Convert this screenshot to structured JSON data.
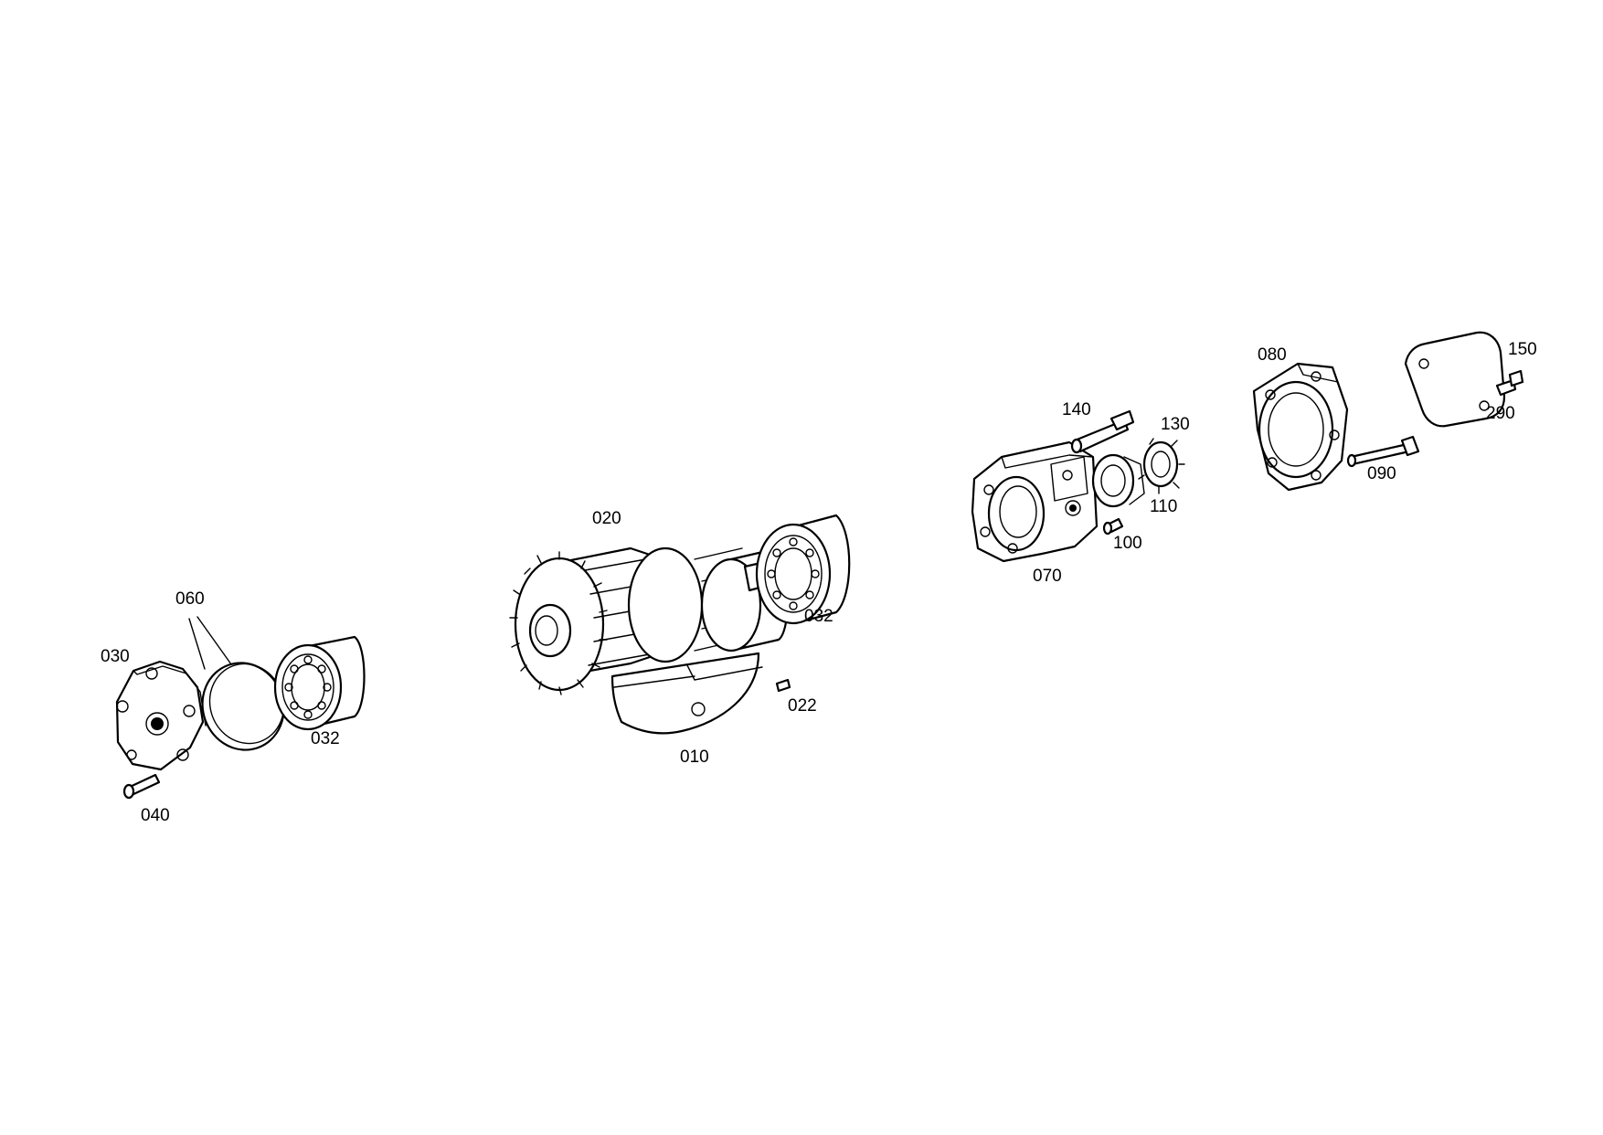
{
  "diagram": {
    "callouts": {
      "c010": "010",
      "c020": "020",
      "c022": "022",
      "c030": "030",
      "c032_left": "032",
      "c032_mid": "032",
      "c040": "040",
      "c060": "060",
      "c070": "070",
      "c080": "080",
      "c090": "090",
      "c100": "100",
      "c110": "110",
      "c130": "130",
      "c140": "140",
      "c150": "150",
      "c290": "290"
    }
  }
}
